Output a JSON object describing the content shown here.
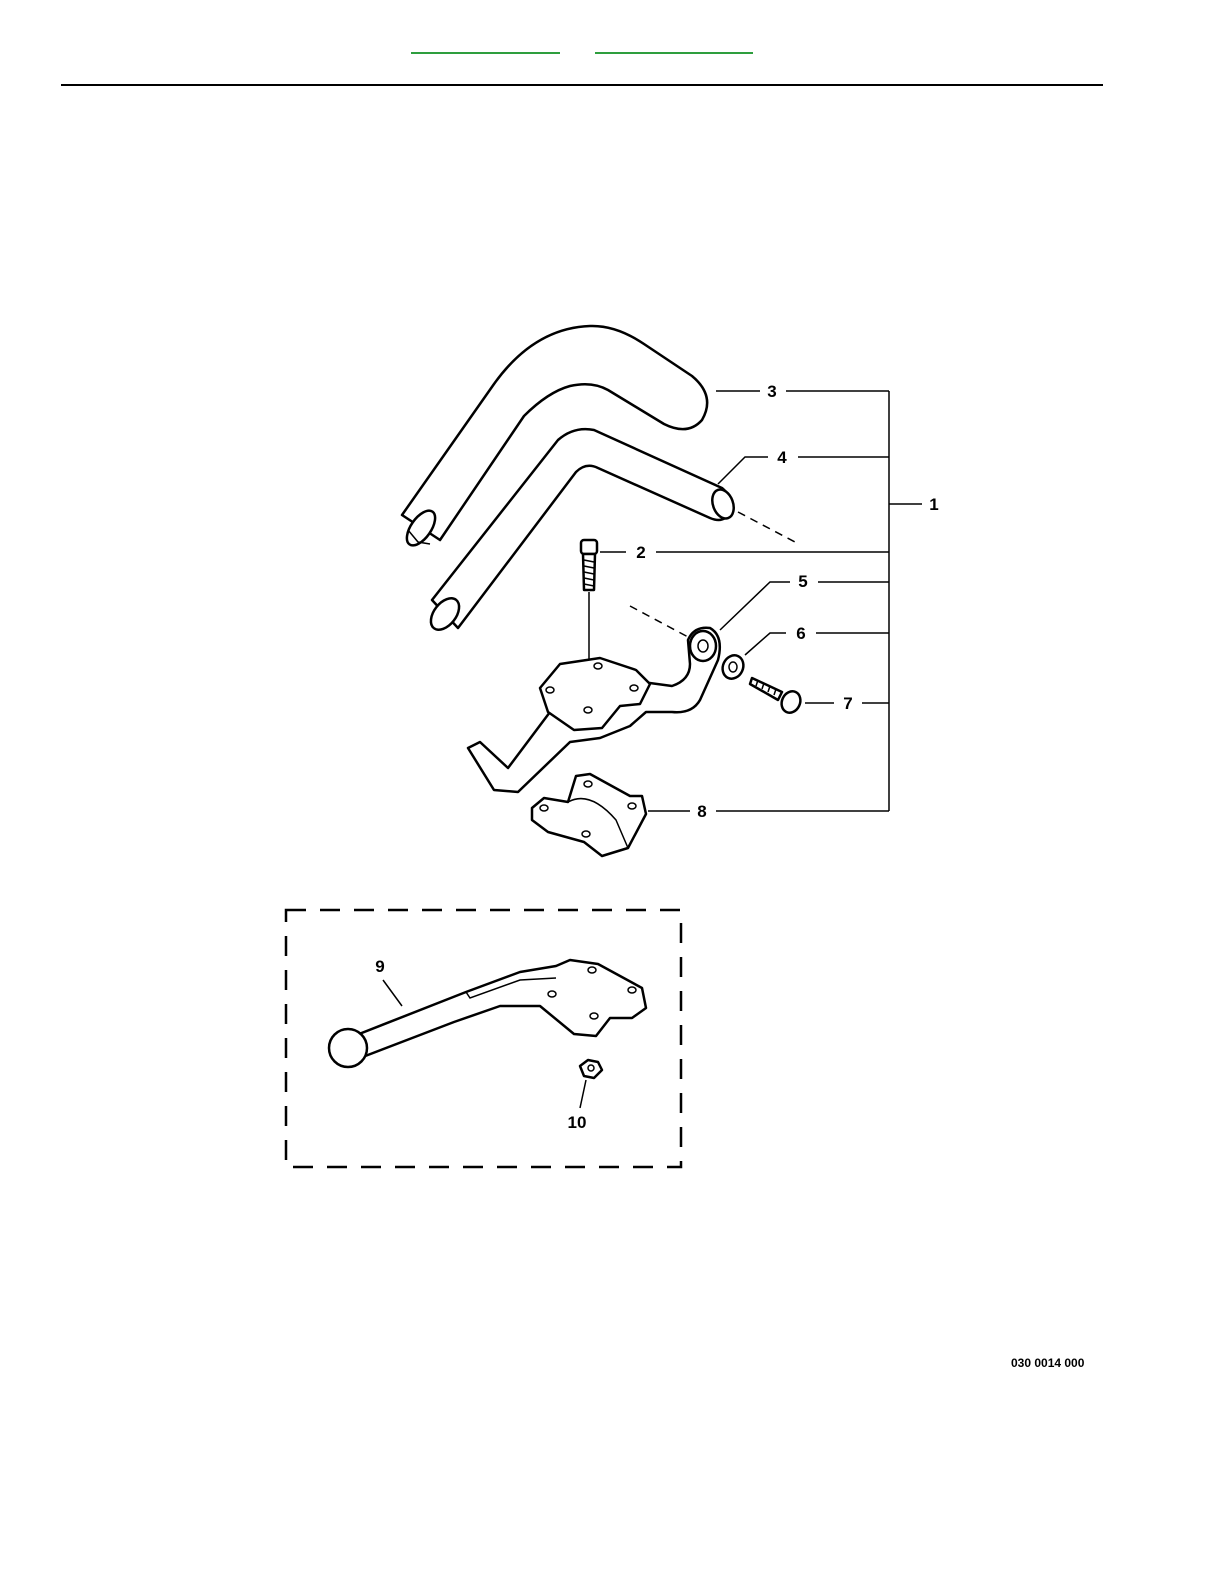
{
  "nav": {
    "link_1": "",
    "link_2": ""
  },
  "callouts": {
    "c1": "1",
    "c2": "2",
    "c3": "3",
    "c4": "4",
    "c5": "5",
    "c6": "6",
    "c7": "7",
    "c8": "8",
    "c9": "9",
    "c10": "10"
  },
  "drawing_number": "030 0014 000",
  "colors": {
    "link": "#2e9e3e",
    "line": "#000000",
    "background": "#ffffff"
  }
}
